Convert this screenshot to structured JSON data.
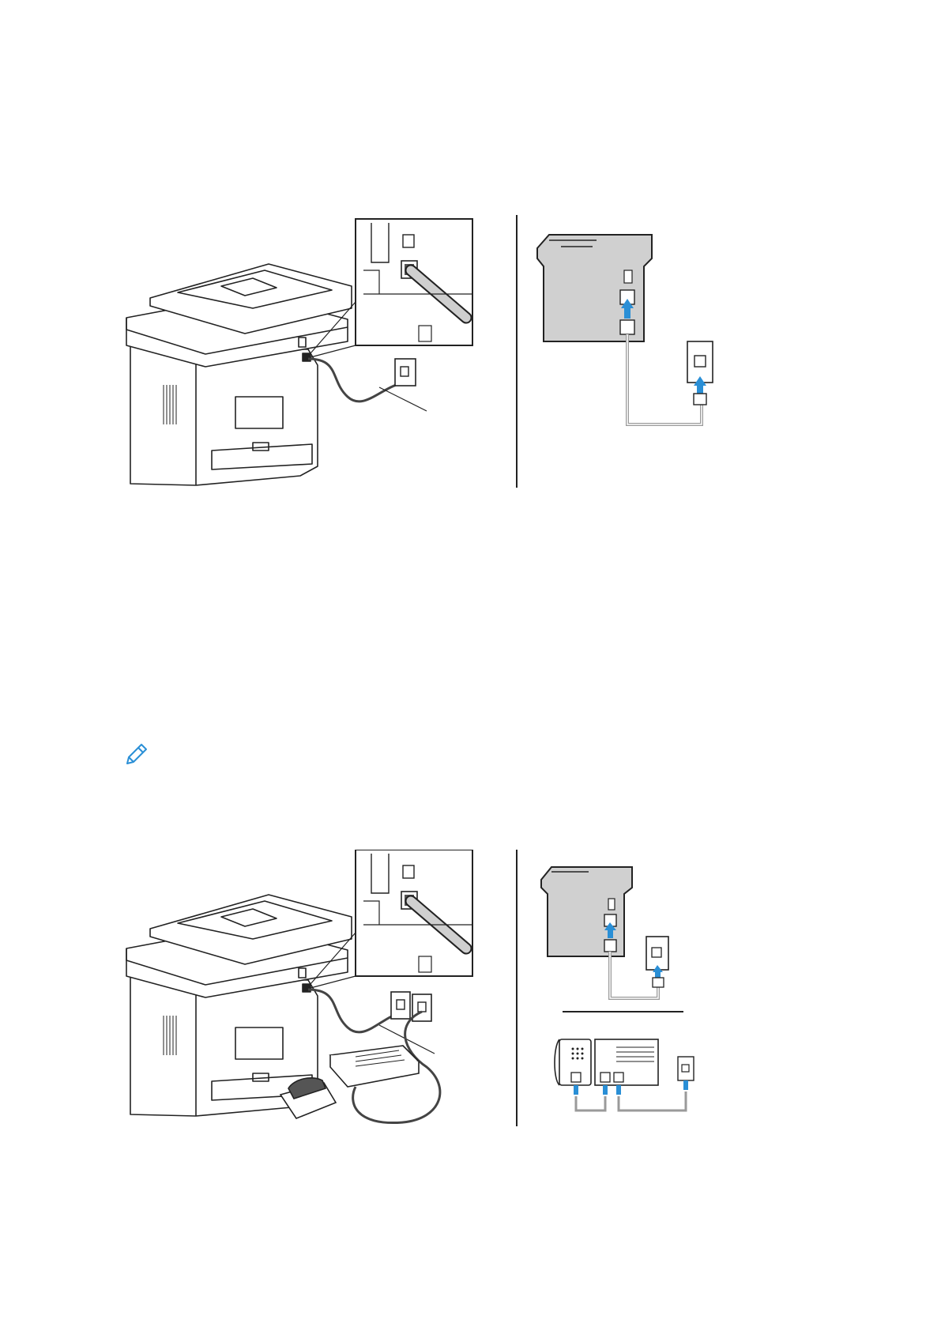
{
  "page": {
    "background": "#ffffff",
    "text_blocks": []
  },
  "colors": {
    "line_art": "#222222",
    "fax_panel_fill": "#d0d0d0",
    "arrow_blue": "#2a8fd6",
    "cable_gray": "#9a9a9a"
  },
  "figures": [
    {
      "id": "figure-1",
      "description_icons": [
        "printer-rear-view",
        "phone-port-zoom-callout",
        "wall-jack",
        "fax-port-schematic",
        "arrow-icon"
      ]
    },
    {
      "id": "figure-2",
      "description_icons": [
        "printer-rear-view",
        "phone-port-zoom-callout",
        "dual-wall-jack",
        "telephone",
        "answering-machine",
        "fax-port-schematic"
      ]
    }
  ],
  "note": {
    "icon": "pencil-note-icon"
  }
}
